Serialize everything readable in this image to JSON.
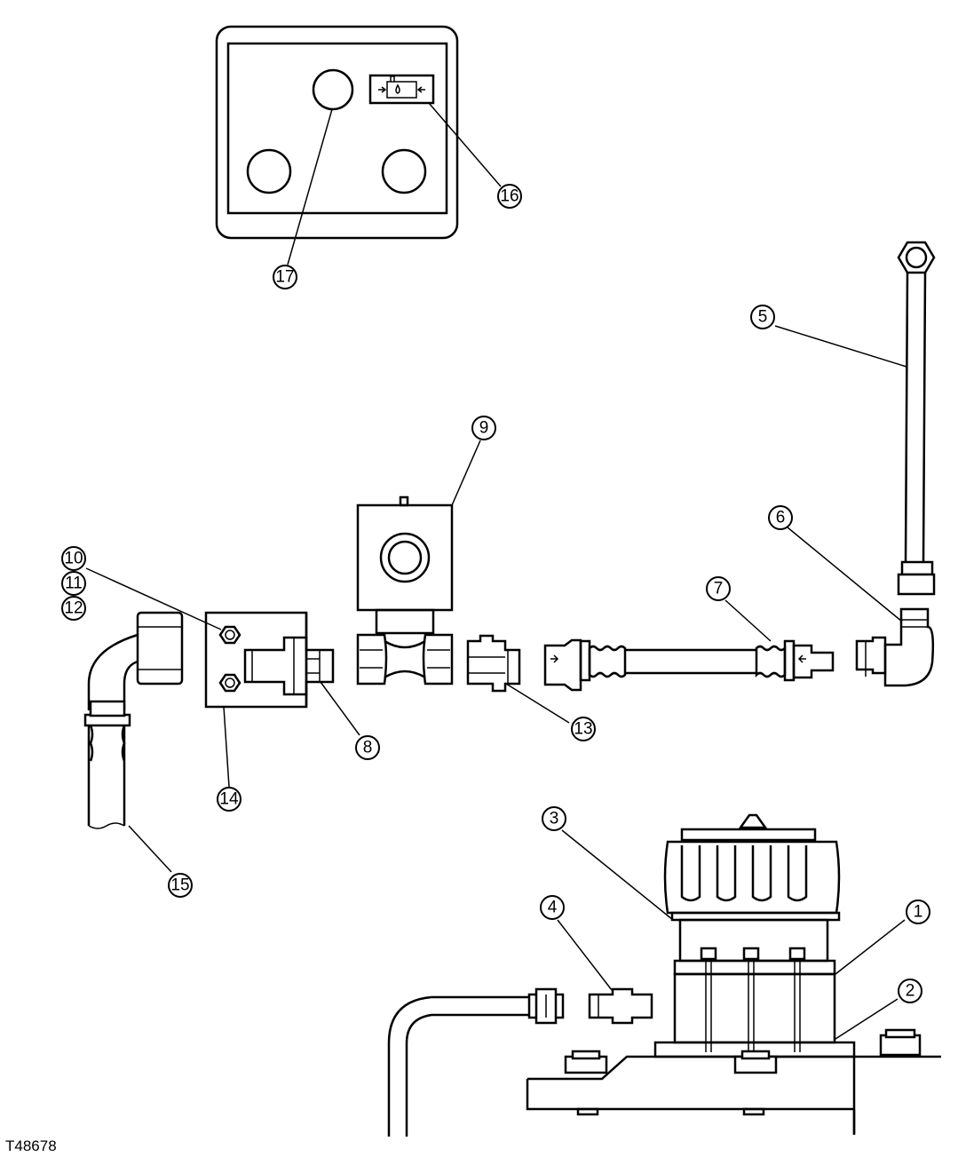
{
  "figure_id": "T48678",
  "callouts": {
    "c1": "1",
    "c2": "2",
    "c3": "3",
    "c4": "4",
    "c5": "5",
    "c6": "6",
    "c7": "7",
    "c8": "8",
    "c9": "9",
    "c10": "10",
    "c11": "11",
    "c12": "12",
    "c13": "13",
    "c14": "14",
    "c15": "15",
    "c16": "16",
    "c17": "17"
  }
}
